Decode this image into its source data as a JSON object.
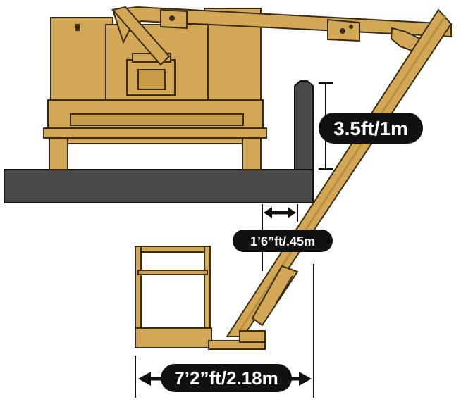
{
  "dimensions": {
    "height_label": "3.5ft/1m",
    "offset_label": "1’6”ft/.45m",
    "reach_label": "7’2”ft/2.18m"
  },
  "colors": {
    "machine_body": "#D2A856",
    "machine_outline": "#3a2c10",
    "machine_shade": "#b88f3e",
    "platform": "#4a4a4a",
    "label_bg": "#111111",
    "label_text": "#ffffff",
    "dimension_line": "#111111"
  },
  "icons": {
    "arrow": "double-headed-arrow",
    "bolt": "bolt-dot"
  }
}
